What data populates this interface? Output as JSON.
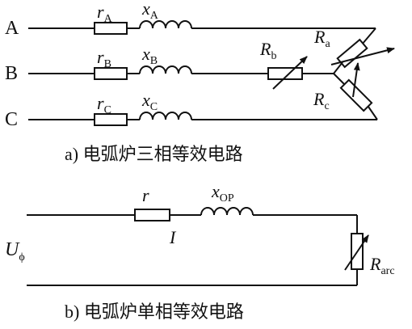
{
  "phases": [
    {
      "node": "A",
      "r_sym": "r",
      "r_sub": "A",
      "x_sym": "x",
      "x_sub": "A"
    },
    {
      "node": "B",
      "r_sym": "r",
      "r_sub": "B",
      "x_sym": "x",
      "x_sub": "B"
    },
    {
      "node": "C",
      "r_sym": "r",
      "r_sub": "C",
      "x_sym": "x",
      "x_sub": "C"
    }
  ],
  "arc_resistors": {
    "Rb": {
      "sym": "R",
      "sub": "b"
    },
    "Ra": {
      "sym": "R",
      "sub": "a"
    },
    "Rc": {
      "sym": "R",
      "sub": "c"
    }
  },
  "caption_a": "a) 电弧炉三相等效电路",
  "single_phase": {
    "r_sym": "r",
    "x_sym": "x",
    "x_sub": "OP",
    "current": "I",
    "source_sym": "U",
    "source_sub": "ϕ",
    "arc_sym": "R",
    "arc_sub": "arc"
  },
  "caption_b": "b) 电弧炉单相等效电路"
}
